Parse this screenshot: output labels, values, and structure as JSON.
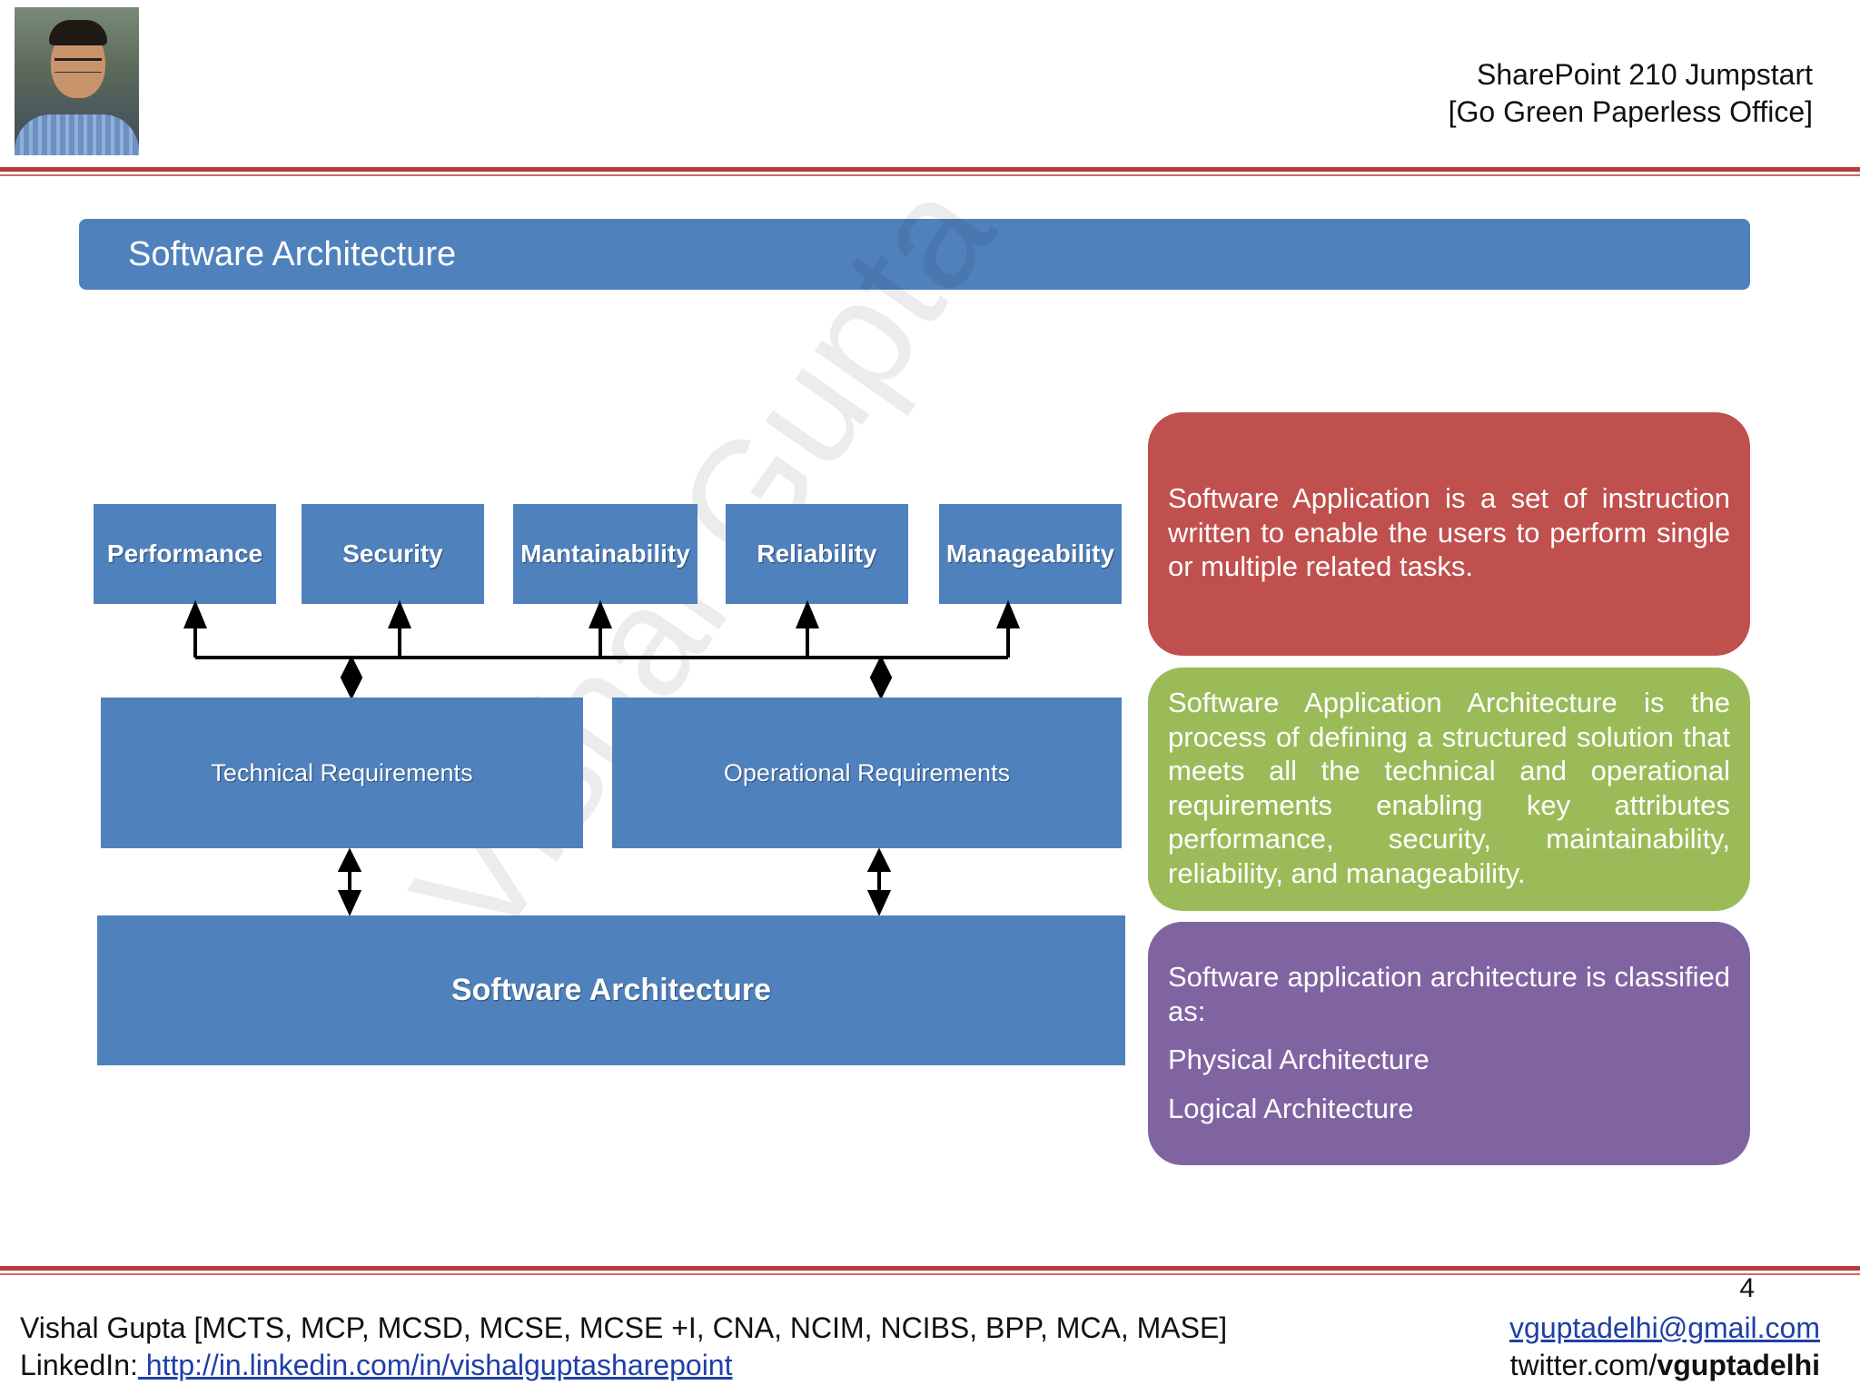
{
  "header": {
    "title_line1": "SharePoint 210 Jumpstart",
    "title_line2": "[Go Green Paperless Office]"
  },
  "section": {
    "title": "Software Architecture"
  },
  "diagram": {
    "attributes": [
      "Performance",
      "Security",
      "Mantainability",
      "Reliability",
      "Manageability"
    ],
    "technical": "Technical Requirements",
    "operational": "Operational Requirements",
    "architecture": "Software Architecture"
  },
  "cards": {
    "red": "Software Application is a set of instruction written to enable the users to perform single or multiple related tasks.",
    "green": "Software Application Architecture is the process of defining a structured solution that meets all the technical and operational requirements enabling key attributes performance, security, maintainability, reliability, and manageability.",
    "purple_intro": "Software application architecture is classified as:",
    "purple_items": [
      "Physical Architecture",
      "Logical Architecture"
    ]
  },
  "colors": {
    "accent_blue": "#4f81bd",
    "red_card": "#c0504d",
    "green_card": "#9bbb59",
    "purple_card": "#8064a2",
    "rule_red": "#b83a3a"
  },
  "footer": {
    "author": "Vishal Gupta [MCTS, MCP, MCSD, MCSE, MCSE +I, CNA, NCIM, NCIBS, BPP, MCA, MASE]",
    "linkedin_label": "LinkedIn:",
    "linkedin_url": " http://in.linkedin.com/in/vishalguptasharepoint",
    "email": "vguptadelhi@gmail.com",
    "twitter_prefix": "twitter.com/",
    "twitter_handle": "vguptadelhi",
    "page_number": "4"
  }
}
